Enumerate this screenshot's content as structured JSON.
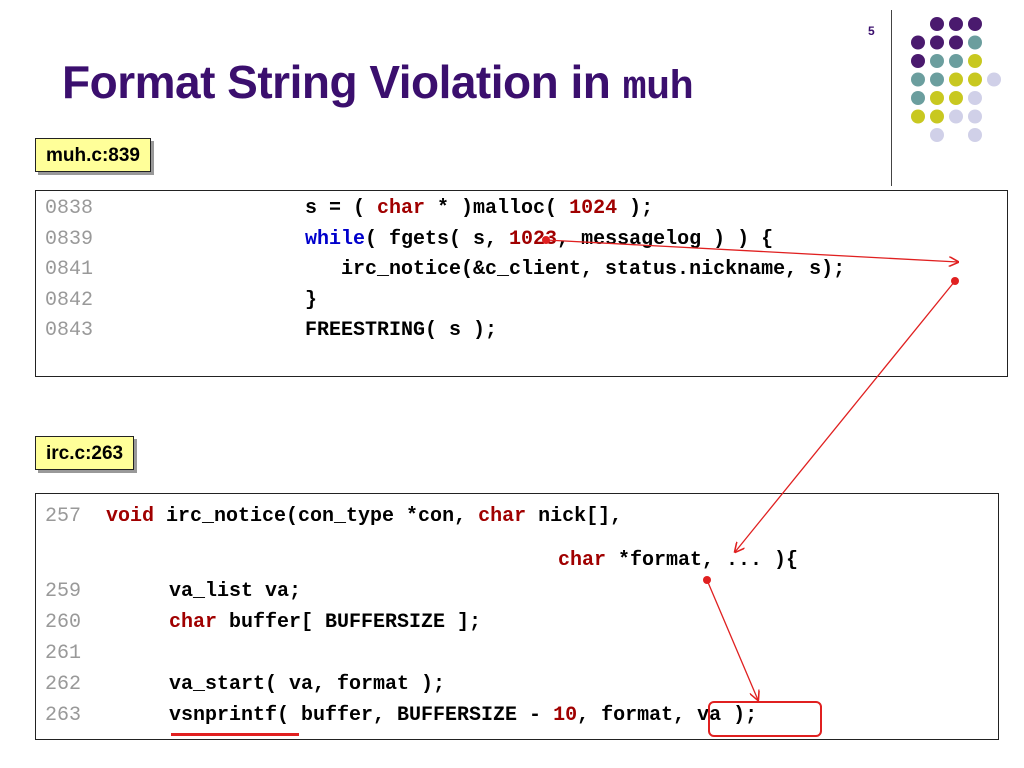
{
  "slide": {
    "number": "5",
    "title_text": "Format String Violation in ",
    "title_code": "muh"
  },
  "section1": {
    "label": "muh.c:839",
    "lines": [
      {
        "num": "0838",
        "parts": [
          {
            "t": "s = ( ",
            "c": "plain"
          },
          {
            "t": "char",
            "c": "red"
          },
          {
            "t": " * )malloc( ",
            "c": "plain"
          },
          {
            "t": "1024",
            "c": "red"
          },
          {
            "t": " );",
            "c": "plain"
          }
        ]
      },
      {
        "num": "0839",
        "parts": [
          {
            "t": "while",
            "c": "blue"
          },
          {
            "t": "( fgets( s, ",
            "c": "plain"
          },
          {
            "t": "1023",
            "c": "red"
          },
          {
            "t": ", messagelog ) ) {",
            "c": "plain"
          }
        ]
      },
      {
        "num": "0841",
        "parts": [
          {
            "t": "   irc_notice(&c_client, status.nickname, s);",
            "c": "plain"
          }
        ]
      },
      {
        "num": "0842",
        "parts": [
          {
            "t": "}",
            "c": "plain"
          }
        ]
      },
      {
        "num": "0843",
        "parts": [
          {
            "t": "FREESTRING( s );",
            "c": "plain"
          }
        ]
      }
    ]
  },
  "section2": {
    "label": "irc.c:263",
    "lines": [
      {
        "num": "257",
        "parts": [
          {
            "t": "void",
            "c": "red"
          },
          {
            "t": " irc_notice(con_type *con, ",
            "c": "plain"
          },
          {
            "t": "char",
            "c": "red"
          },
          {
            "t": " nick[],",
            "c": "plain"
          }
        ]
      },
      {
        "num": "",
        "parts": [
          {
            "t": "char",
            "c": "red"
          },
          {
            "t": " *format, ... ){",
            "c": "plain"
          }
        ]
      },
      {
        "num": "259",
        "parts": [
          {
            "t": "va_list va;",
            "c": "plain"
          }
        ]
      },
      {
        "num": "260",
        "parts": [
          {
            "t": "char",
            "c": "red"
          },
          {
            "t": " buffer[ BUFFERSIZE ];",
            "c": "plain"
          }
        ]
      },
      {
        "num": "261",
        "parts": []
      },
      {
        "num": "262",
        "parts": [
          {
            "t": "va_start( va, format );",
            "c": "plain"
          }
        ]
      },
      {
        "num": "263",
        "parts": [
          {
            "t": "vsnprintf( buffer, BUFFERSIZE - ",
            "c": "plain"
          },
          {
            "t": "10",
            "c": "red"
          },
          {
            "t": ", format, va );",
            "c": "plain"
          }
        ]
      }
    ]
  },
  "colors": {
    "title": "#3b0f6e",
    "keyword_red": "#a00000",
    "keyword_blue": "#0000cc",
    "arrow": "#e02020",
    "label_bg": "#ffff99",
    "dot_purple": "#4a1a6e",
    "dot_teal": "#6b9e9e",
    "dot_yellow": "#c8c820",
    "dot_lavender": "#d0d0e8"
  }
}
